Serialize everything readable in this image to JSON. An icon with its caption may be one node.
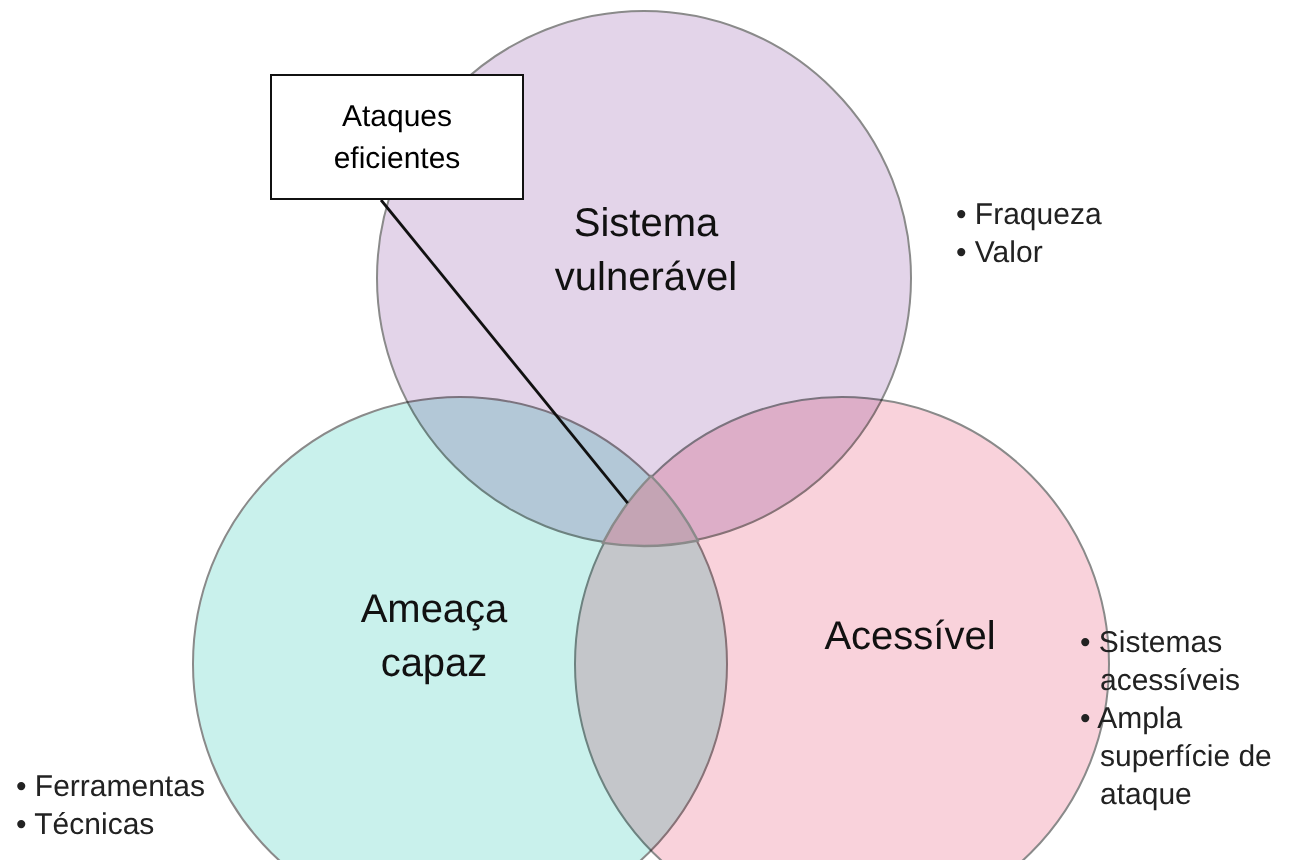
{
  "diagram": {
    "nodes": [
      {
        "text": [
          "Ataques eficientes"
        ]
      },
      {
        "text": [
          "Sistema vulnerável"
        ],
        "beside": [
          "• Fraqueza",
          "• Valor"
        ]
      },
      {
        "text": [
          "Ameaça capaz"
        ],
        "beside": [
          "• Ferramentas",
          "• Técnicas"
        ]
      },
      {
        "text": [
          "Acessível"
        ],
        "beside": [
          "• Sistemas acessíveis",
          "• Ampla superfície de ataque"
        ]
      },
      {
        "text": [],
        "shape": "triangle"
      }
    ],
    "edges": [
      {
        "from": 0,
        "to": 4,
        "arrow": "none"
      }
    ]
  }
}
